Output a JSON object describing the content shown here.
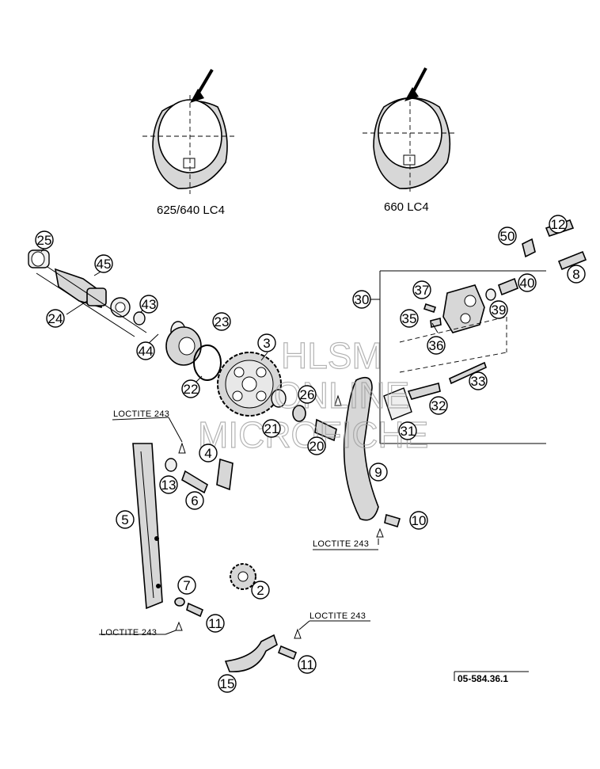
{
  "captions": {
    "left_variant": "625/640 LC4",
    "right_variant": "660 LC4"
  },
  "notes": {
    "loctite": "LOCTITE 243"
  },
  "watermark": {
    "line1": "HLSM",
    "line2": "ONLINE",
    "line3": "MICROFICHE"
  },
  "reference_code": "05-584.36.1",
  "callouts": [
    {
      "id": "c25",
      "label": "25"
    },
    {
      "id": "c45",
      "label": "45"
    },
    {
      "id": "c24",
      "label": "24"
    },
    {
      "id": "c43",
      "label": "43"
    },
    {
      "id": "c44",
      "label": "44"
    },
    {
      "id": "c23",
      "label": "23"
    },
    {
      "id": "c22",
      "label": "22"
    },
    {
      "id": "c3",
      "label": "3"
    },
    {
      "id": "c26",
      "label": "26"
    },
    {
      "id": "c21",
      "label": "21"
    },
    {
      "id": "c20",
      "label": "20"
    },
    {
      "id": "c4",
      "label": "4"
    },
    {
      "id": "c13",
      "label": "13"
    },
    {
      "id": "c6",
      "label": "6"
    },
    {
      "id": "c5",
      "label": "5"
    },
    {
      "id": "c7",
      "label": "7"
    },
    {
      "id": "c2",
      "label": "2"
    },
    {
      "id": "c11a",
      "label": "11"
    },
    {
      "id": "c11b",
      "label": "11"
    },
    {
      "id": "c15",
      "label": "15"
    },
    {
      "id": "c9",
      "label": "9"
    },
    {
      "id": "c10",
      "label": "10"
    },
    {
      "id": "c30",
      "label": "30"
    },
    {
      "id": "c37",
      "label": "37"
    },
    {
      "id": "c35",
      "label": "35"
    },
    {
      "id": "c36",
      "label": "36"
    },
    {
      "id": "c50",
      "label": "50"
    },
    {
      "id": "c12",
      "label": "12"
    },
    {
      "id": "c40",
      "label": "40"
    },
    {
      "id": "c8",
      "label": "8"
    },
    {
      "id": "c39",
      "label": "39"
    },
    {
      "id": "c33",
      "label": "33"
    },
    {
      "id": "c32",
      "label": "32"
    },
    {
      "id": "c31",
      "label": "31"
    }
  ]
}
